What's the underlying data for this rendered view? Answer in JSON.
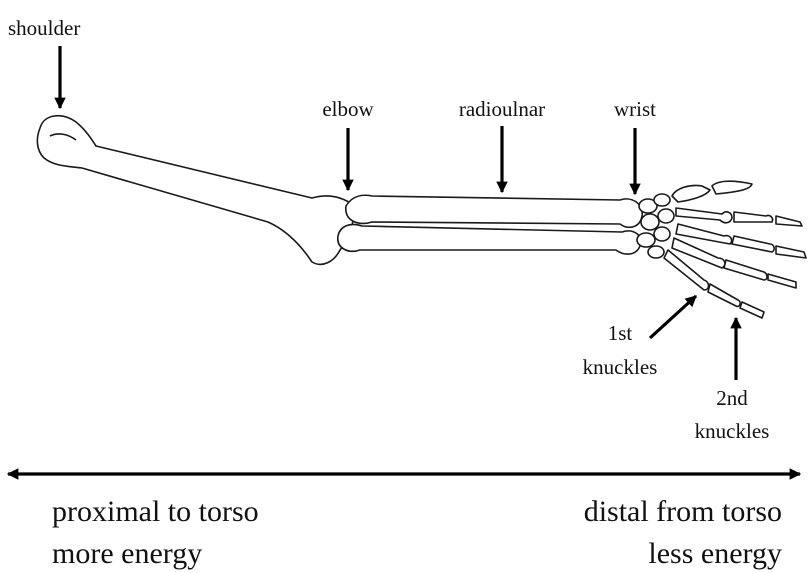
{
  "labels": {
    "shoulder": "shoulder",
    "elbow": "elbow",
    "radioulnar": "radioulnar",
    "wrist": "wrist",
    "first_knuckles_line1": "1st",
    "first_knuckles_line2": "knuckles",
    "second_knuckles_line1": "2nd",
    "second_knuckles_line2": "knuckles"
  },
  "axis": {
    "left_line1": "proximal to torso",
    "left_line2": "more energy",
    "right_line1": "distal from torso",
    "right_line2": "less energy"
  },
  "colors": {
    "ink": "#000000",
    "bone_fill": "#ffffff"
  }
}
